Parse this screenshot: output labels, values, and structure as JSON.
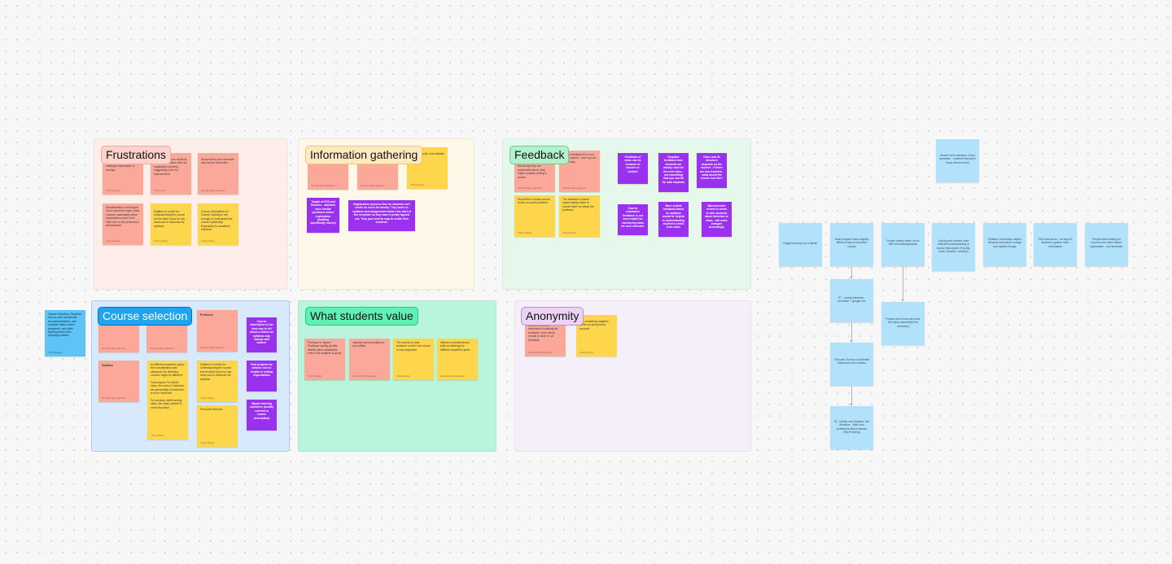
{
  "sections": {
    "frustrations": "Frustrations",
    "information_gathering": "Information gathering",
    "feedback": "Feedback",
    "course_selection": "Course selection",
    "what_students_value": "What students value",
    "anonymity": "Anonymity"
  },
  "notes": {
    "frus_1": "don't think the course catalogue description is enough.",
    "frus_2": "Frustration: Some students express frustration with the registration process, suggesting room for improvement.",
    "frus_3": "Would like to see semester and course instruction",
    "frus_4": "Dissatisfaction and Regret: Some students regret class choices, particularly when expectations aren't met, often due to the professor's performance.",
    "frus_5": "Syllabus is useful for understanding the course but he didn't know he can reach out to instructor for syllabus",
    "frus_6": "Course Description on Course Catalog is not enough to understand the course holistically. Especially for academic electives",
    "info_1": "",
    "info_2": "",
    "info_3": "idols, LinkedIn, and website",
    "info_4": "Taught at SVA and Parsons - students have similar questions before registration (auditing specifically course)",
    "info_5": "Registration process time for students isn't hectic as much for faculty. They work on syllabus and assignments before the start of the semester so they have it pretty figured out. They just need to map to create flow students.",
    "feed_1": "provide feedback. But for the faculty they are passionate about, they might consider writing a review.",
    "feed_2": "Before feedback if it is out of the system - won't go out of the way.",
    "feed_3": "Feedback of class can be because of teacher or content",
    "feed_4": "Negative feedback from students are mainly used for the next class - not something that you can fix for said students",
    "feed_5": "Class and its structure depends on the teacher - if there are two teachers - what would the course look like?",
    "feed_6": "Would like to share course review on public platform",
    "feed_7": "The feedback content would mainly relate to course itself not about the professor",
    "feed_8": "Course evaluation feedback is not very helpful for structuring class for next semester",
    "feed_9": "More critical feedback based on syllabus would be helpful in understanding student's needs from class",
    "feed_10": "Mid-semester review to check in with students about direction of class - will make changes accordingly",
    "course_side": "Course Selection: Students rely on peer and faculty recommendations, and consider future career prospects, and skills development when choosing classes.",
    "course_1": "",
    "course_2": "",
    "course_3": "Professor",
    "course_4": "Course description is the best way to tell about a course as syllabus may change with teacher",
    "course_5": "Syllabus",
    "course_6": "At different academic years, the consideration and standards for selecting courses might be different \n\nClass types: For studio class, the work of instructor, the personality of instructor is more important \n\nFor seminar, skill learning class, the class content is more important",
    "course_7": "Syllabus is useful for understanding the course but he didn't know he can reach out to instructor for syllabus",
    "course_8": "Past projects for classes can be helpful in setting expectations",
    "course_9": "Personal Interests",
    "course_10": "Maybe learning outcomes (mostly covered in course description)",
    "value_1": "Professor's Impact: Professor quality greatly affects class satisfaction, even if the syllabus is good.",
    "value_2": "valuing recommendations, and syllabi",
    "value_3": "The access to past students' work in the course is very important",
    "value_4": "Different considerations (skill vs thinking) for different academic years",
    "anon_1": "Doesn't mind and interested in reading the feedback. More about morals in case of -ve feedback",
    "anon_2": "Not something negative, prefer an anonymous account",
    "flow_top": "Reach out to advisors in first semester - realized they don't know about course",
    "flow_1": "English fluency not a barrier",
    "flow_2": "Each program has a slightly different way to introduce course",
    "flow_3": "People mainly reach out to their friends/classmates",
    "flow_4": "Faculty and student have different understanding of course description (Faculty: clear; Student : unclear)",
    "flow_5": "Syllabus not always helpful because instructors change and syllabi change",
    "flow_6": "TBD instructors - no way for student to gather more information",
    "flow_7": "People start looking for courses one week before registration - mid semester",
    "flow_8": "DT - mainly electives - semester + google doc",
    "flow_9": "People don't know who took the class (especially first semester)",
    "flow_10": "First arts: Survey of potential instructors and courses",
    "flow_11": "ID - mainly core classes, few electives - Mail from professors about classes they're taking"
  },
  "authors": {
    "a1": "Tony Basquin",
    "a2": "Yifei Deng",
    "a3": "Jennifer Baumgardner",
    "a4": "Yifang Wang"
  },
  "colors": {
    "pink_note": "#fba89a",
    "yellow_note": "#fdd64b",
    "purple_note": "#9a31ee",
    "blue_note": "#b2e1fb",
    "canvas": "#f7f7f7"
  }
}
